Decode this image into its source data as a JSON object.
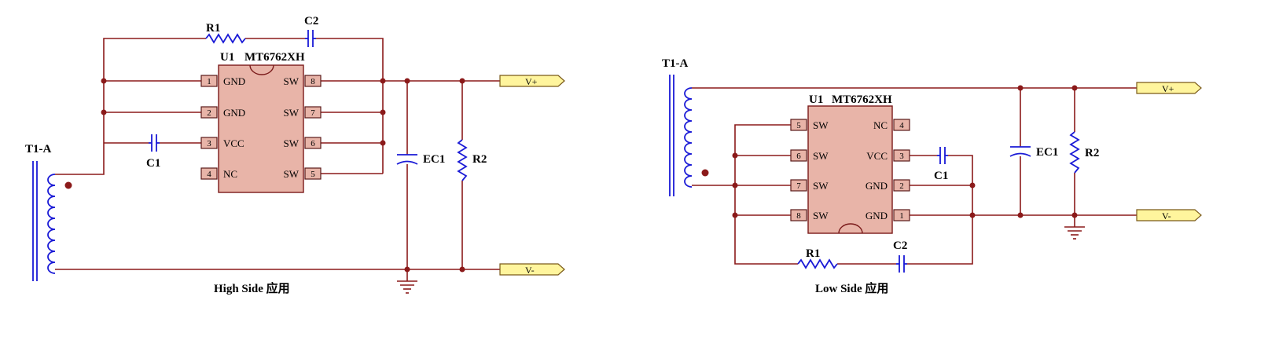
{
  "left": {
    "caption": "High Side 应用",
    "transformer": "T1-A",
    "ic_ref": "U1",
    "ic_part": "MT6762XH",
    "pins_left": [
      {
        "num": "1",
        "name": "GND"
      },
      {
        "num": "2",
        "name": "GND"
      },
      {
        "num": "3",
        "name": "VCC"
      },
      {
        "num": "4",
        "name": "NC"
      }
    ],
    "pins_right": [
      {
        "num": "8",
        "name": "SW"
      },
      {
        "num": "7",
        "name": "SW"
      },
      {
        "num": "6",
        "name": "SW"
      },
      {
        "num": "5",
        "name": "SW"
      }
    ],
    "r1": "R1",
    "c2": "C2",
    "c1": "C1",
    "ec1": "EC1",
    "r2": "R2",
    "vplus": "V+",
    "vminus": "V-"
  },
  "right": {
    "caption": "Low Side 应用",
    "transformer": "T1-A",
    "ic_ref": "U1",
    "ic_part": "MT6762XH",
    "pins_left": [
      {
        "num": "5",
        "name": "SW"
      },
      {
        "num": "6",
        "name": "SW"
      },
      {
        "num": "7",
        "name": "SW"
      },
      {
        "num": "8",
        "name": "SW"
      }
    ],
    "pins_right": [
      {
        "num": "4",
        "name": "NC"
      },
      {
        "num": "3",
        "name": "VCC"
      },
      {
        "num": "2",
        "name": "GND"
      },
      {
        "num": "1",
        "name": "GND"
      }
    ],
    "r1": "R1",
    "c2": "C2",
    "c1": "C1",
    "ec1": "EC1",
    "r2": "R2",
    "vplus": "V+",
    "vminus": "V-"
  }
}
